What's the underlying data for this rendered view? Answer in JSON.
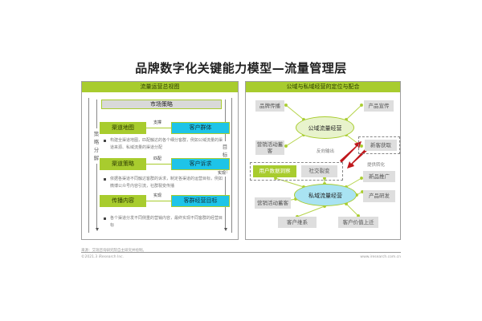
{
  "title": "品牌数字化关键能力模型—流量管理层",
  "left_panel": {
    "header": "流量运营总视图",
    "market_strategy": "市场策略",
    "left_side_label": "策略分解",
    "right_side_label": "目标实现",
    "rows": [
      {
        "green": "渠道地图",
        "connector": "支撑",
        "blue": "客户群体",
        "bullet": "构建全渠道地图，匹配触达的各个细分客群，例如公域流量的渠道来源、私域流量的渠道分配"
      },
      {
        "green": "渠道策略",
        "connector": "匹配",
        "blue": "客户诉求",
        "extra_label": "实现",
        "bullet": "依据各渠道不同触达客群的诉求，制定各渠道的运营目标，例如微博公众号内容引流，社群裂变传播"
      },
      {
        "green": "传播内容",
        "connector": "实现",
        "blue": "客群经营目标",
        "bullet": "各个渠道分发不同侧重的营销内容，最终实现不同客群的经营目标"
      }
    ]
  },
  "right_panel": {
    "header": "公域与私域经营的定位与配合",
    "public_center": "公域流量经营",
    "private_center": "私域流量经营",
    "public_nodes": [
      "品牌传播",
      "产品宣传",
      "营销活动蓄客"
    ],
    "new_customer": "新客获取",
    "reverse_output": "反向输出",
    "provide_conversion": "提供转化",
    "user_insight": "用户数据洞察",
    "social_fission": "社交裂变",
    "private_nodes": [
      "新品推广",
      "产品研发",
      "营销活动蓄客",
      "客户维系",
      "客户价值上迁"
    ]
  },
  "footer": {
    "source": "来源：艾瑞咨询研究院自主研究并绘制。",
    "copyright": "©2021.3 iResearch Inc.",
    "url": "www.iresearch.com.cn"
  },
  "colors": {
    "green": "#a8cc2e",
    "blue": "#1ec4e8",
    "gray": "#dedede",
    "arrow_red": "#c0171c"
  }
}
